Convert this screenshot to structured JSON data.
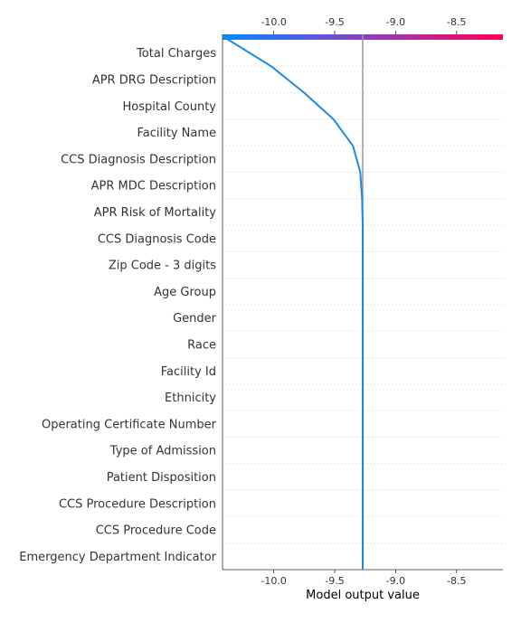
{
  "chart_data": {
    "type": "line",
    "xlabel": "Model output value",
    "x_ticks": [
      "-10.0",
      "-9.5",
      "-9.0",
      "-8.5"
    ],
    "x_tick_values": [
      -10.0,
      -9.5,
      -9.0,
      -8.5
    ],
    "xlim": [
      -10.42,
      -8.12
    ],
    "base_value": -9.27,
    "features": [
      "Total Charges",
      "APR DRG Description",
      "Hospital County",
      "Facility Name",
      "CCS Diagnosis Description",
      "APR MDC Description",
      "APR Risk of Mortality",
      "CCS Diagnosis Code",
      "Zip Code - 3 digits",
      "Age Group",
      "Gender",
      "Race",
      "Facility Id",
      "Ethnicity",
      "Operating Certificate Number",
      "Type of Admission",
      "Patient Disposition",
      "CCS Procedure Description",
      "CCS Procedure Code",
      "Emergency Department Indicator"
    ],
    "path_values": [
      -10.42,
      -10.02,
      -9.75,
      -9.51,
      -9.35,
      -9.29,
      -9.275,
      -9.27,
      -9.27,
      -9.27,
      -9.27,
      -9.27,
      -9.27,
      -9.27,
      -9.27,
      -9.27,
      -9.27,
      -9.27,
      -9.27,
      -9.27,
      -9.27
    ],
    "colors": {
      "line": "#1e88e5",
      "base_line": "#999999",
      "gradient_start": "#008bfb",
      "gradient_end": "#ff0051",
      "grid": "#cccccc",
      "axis": "#333333"
    },
    "grid": true
  }
}
